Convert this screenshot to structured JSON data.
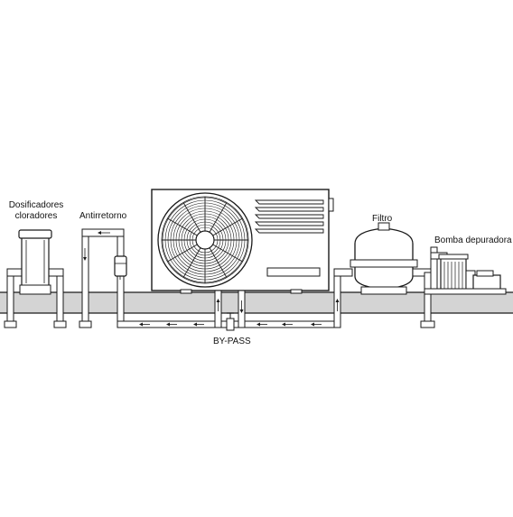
{
  "labels": {
    "dosificadores_line1": "Dosificadores",
    "dosificadores_line2": "cloradores",
    "antirretorno": "Antirretorno",
    "filtro": "Filtro",
    "bomba": "Bomba depuradora",
    "bypass": "BY-PASS"
  },
  "colors": {
    "pipe_fill": "#d4d4d4",
    "line": "#1a1a1a",
    "white": "#ffffff"
  }
}
